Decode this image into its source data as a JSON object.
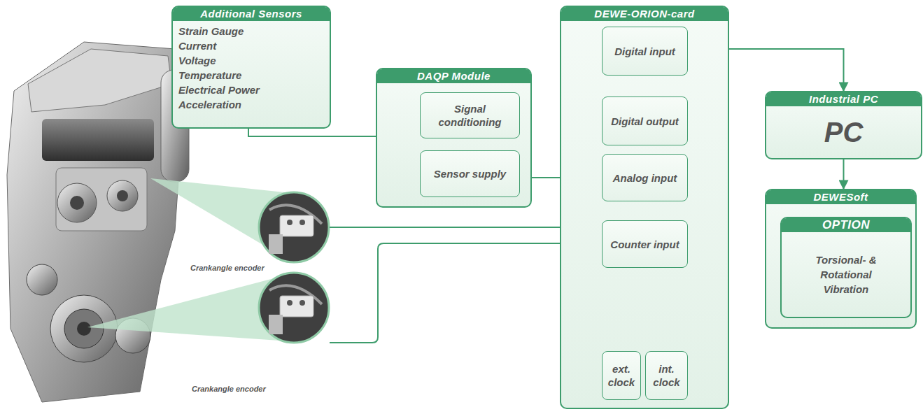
{
  "diagram": {
    "nodes": [
      {
        "text": [
          "Additional Sensors",
          "Strain Gauge",
          "Current",
          "Voltage",
          "Temperature",
          "Electrical Power",
          "Acceleration"
        ]
      },
      {
        "text": [
          "DAQP Module"
        ]
      },
      {
        "text": [
          "Signal conditioning"
        ],
        "in": 1
      },
      {
        "text": [
          "Sensor supply"
        ],
        "in": 1
      },
      {
        "text": [
          "DEWE-ORION-card"
        ]
      },
      {
        "text": [
          "Digital input"
        ],
        "in": 4
      },
      {
        "text": [
          "Digital output"
        ],
        "in": 4
      },
      {
        "text": [
          "Analog input"
        ],
        "in": 4
      },
      {
        "text": [
          "Counter input"
        ],
        "in": 4
      },
      {
        "text": [
          "ext. clock"
        ],
        "in": 4
      },
      {
        "text": [
          "int. clock"
        ],
        "in": 4
      },
      {
        "text": [
          "Industrial PC",
          "PC"
        ]
      },
      {
        "text": [
          "DEWESoft"
        ]
      },
      {
        "text": [
          "OPTION",
          "Torsional- & Rotational Vibration"
        ],
        "in": 12
      }
    ],
    "edges": [
      {
        "from": 0,
        "to": 2,
        "arrow": "to"
      },
      {
        "from": 0,
        "to": 3,
        "arrow": "to"
      },
      {
        "from": 3,
        "to": 7,
        "arrow": "to"
      },
      {
        "from": 4,
        "to": 11,
        "arrow": "to"
      },
      {
        "from": 11,
        "to": 12,
        "arrow": "to"
      },
      {
        "from": 5,
        "to": 6,
        "arrow": "none"
      },
      {
        "from": 6,
        "to": 7,
        "arrow": "none"
      },
      {
        "from": 7,
        "to": 8,
        "arrow": "none"
      }
    ],
    "labels": [
      "Crankangle encoder",
      "Crankangle encoder"
    ]
  }
}
